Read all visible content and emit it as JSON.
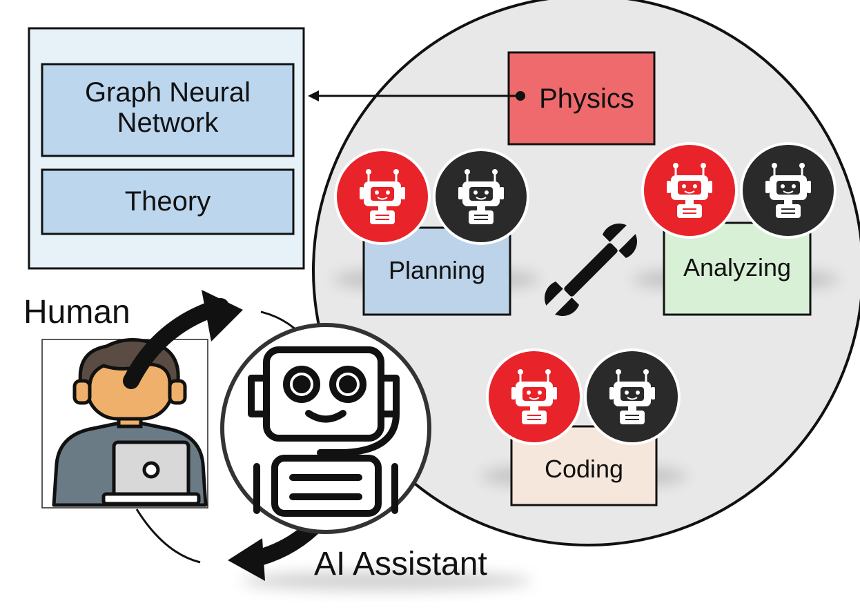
{
  "knowledge_panel": {
    "items": [
      "Graph Neural\nNetwork",
      "Theory"
    ],
    "colors": {
      "panel_fill": "#e6f1f8",
      "item_fill": "#bcd6ee",
      "border": "#111111"
    }
  },
  "domain_box": {
    "label": "Physics",
    "color": "#ee6a6d"
  },
  "agents": [
    {
      "label": "Planning",
      "color": "#bcd3ea"
    },
    {
      "label": "Analyzing",
      "color": "#d8f0d6"
    },
    {
      "label": "Coding",
      "color": "#f6e7dc"
    }
  ],
  "human": {
    "label": "Human",
    "icon": "person-with-laptop-icon"
  },
  "assistant": {
    "label": "AI Assistant",
    "icon": "robot-face-icon"
  },
  "tool": {
    "icon": "wrench-icon"
  },
  "robot_badges": {
    "primary_color": "#e8232a",
    "secondary_color": "#2a2a2a"
  },
  "team_circle": {
    "color": "#e8e8e8"
  }
}
